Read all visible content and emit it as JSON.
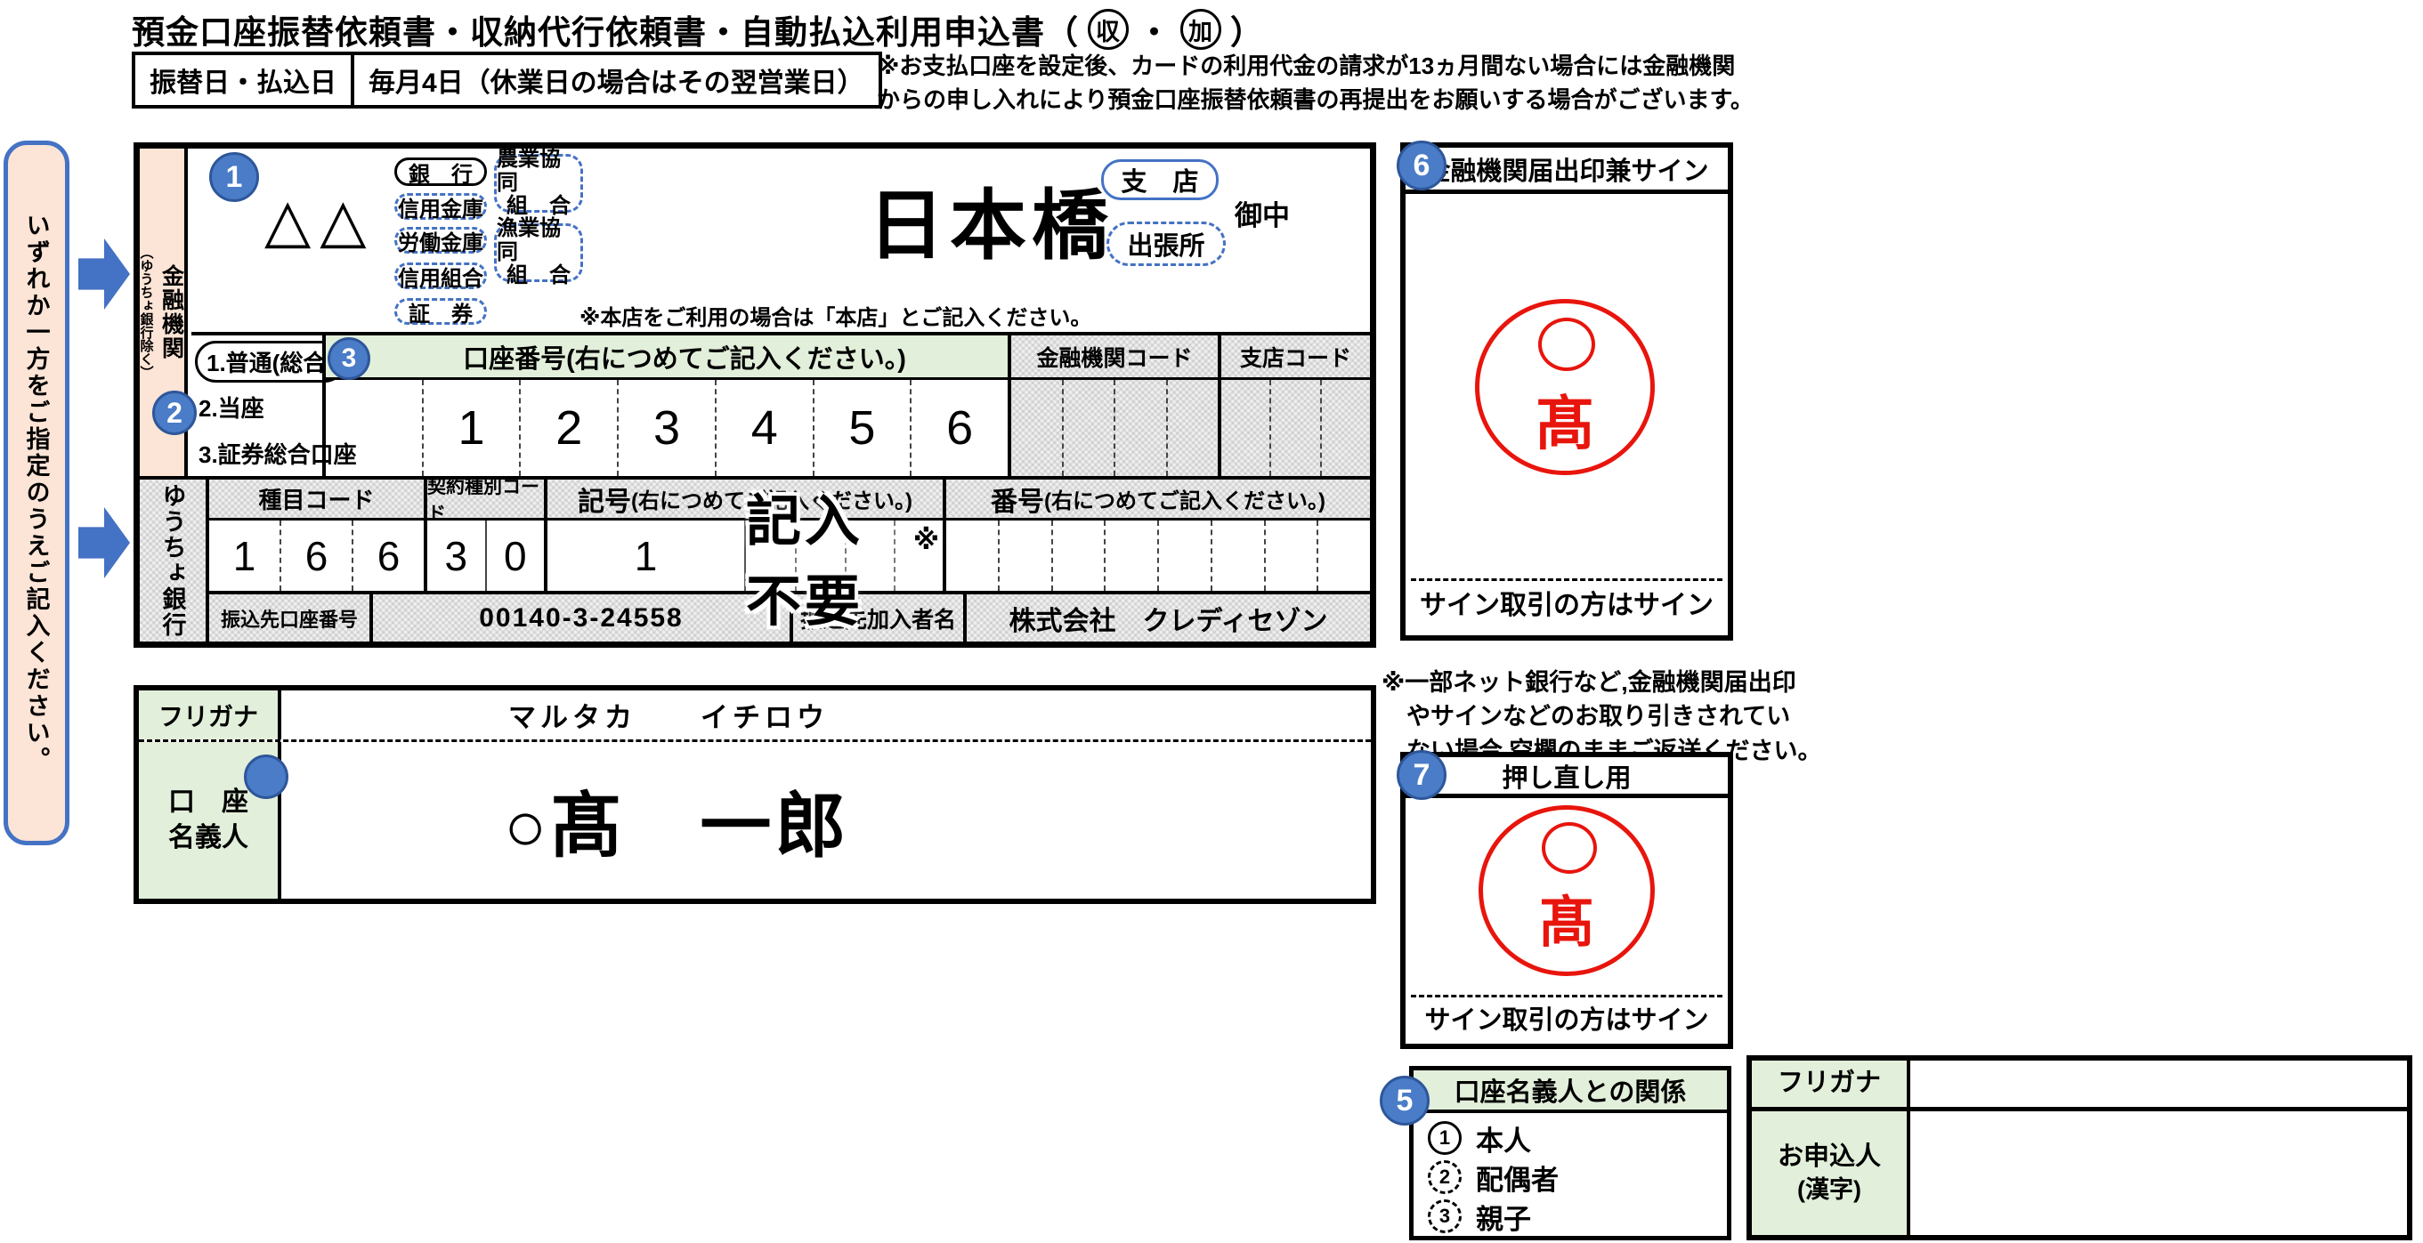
{
  "title": {
    "main": "預金口座振替依頼書・収納代行依頼書・自動払込利用申込書（",
    "circle1": "収",
    "dot": "・",
    "circle2": "加",
    "close": "）"
  },
  "date_row": {
    "label": "振替日・払込日",
    "value": "毎月4日（休業日の場合はその翌営業日）"
  },
  "top_note": {
    "line1": "※お支払口座を設定後、カードの利用代金の請求が13ヵ月間ない場合には金融機関",
    "line2": "からの申し入れにより預金口座振替依頼書の再提出をお願いする場合がございます。"
  },
  "sidebar": {
    "text": "いずれか一方をご指定のうえご記入ください。"
  },
  "badges": {
    "b1": "1",
    "b2": "2",
    "b3": "3",
    "b5": "5",
    "b6": "6",
    "b7": "7"
  },
  "bank": {
    "label_main": "金融機関",
    "label_sub": "（ゆうちょ銀行除く）",
    "name": "△△",
    "pill_bank": "銀　行",
    "pill_shinkin": "信用金庫",
    "pill_roukin": "労働金庫",
    "pill_shinkumi": "信用組合",
    "pill_shoken": "証　券",
    "pill_nokyo_1": "農業協同",
    "pill_nokyo_2": "組　合",
    "pill_gyokyo_1": "漁業協同",
    "pill_gyokyo_2": "組　合",
    "branch": "日本橋",
    "pill_shiten": "支　店",
    "pill_shuccho": "出張所",
    "onchu": "御中",
    "branch_note": "※本店をご利用の場合は「本店」とご記入ください。",
    "type_1": "1.普通(総合)",
    "type_2": "2.当座",
    "type_3": "3.証券総合口座",
    "acct_header": "口座番号(右につめてご記入ください。)",
    "digits": [
      "",
      "1",
      "2",
      "3",
      "4",
      "5",
      "6"
    ],
    "bank_code_header": "金融機関コード",
    "branch_code_header": "支店コード"
  },
  "yucho": {
    "label": "ゆうちょ銀行",
    "h_shumoku": "種目コード",
    "h_keiyaku": "契約種別コード",
    "h_kigo": "記号",
    "h_kigo_sub": "(右につめてご記入ください。)",
    "h_bango": "番号",
    "h_bango_sub": "(右につめてご記入ください。)",
    "shumoku": [
      "1",
      "6",
      "6"
    ],
    "keiyaku": [
      "3",
      "0"
    ],
    "kigo_first": "1",
    "not_required": "記入不要",
    "asterisk": "※",
    "payee_no_label": "振込先口座番号",
    "payee_no": "00140-3-24558",
    "payee_name_label": "振込先加入者名",
    "payee_name": "株式会社　クレディセゾン"
  },
  "stamp6": {
    "header": "金融機関届出印兼サイン",
    "seal": "髙",
    "footer": "サイン取引の方はサイン"
  },
  "holder": {
    "furigana_label": "フリガナ",
    "furigana": "マルタカ　　イチロウ",
    "label_1": "口　座",
    "label_2": "名義人",
    "name": "○髙　一郎"
  },
  "net_note": {
    "line1": "※一部ネット銀行など,金融機関届出印",
    "line2": "やサインなどのお取り引きされてい",
    "line3": "ない場合,空欄のままご返送ください。"
  },
  "stamp7": {
    "header": "押し直し用",
    "seal": "髙",
    "footer": "サイン取引の方はサイン"
  },
  "relation": {
    "header": "口座名義人との関係",
    "items": [
      {
        "num": "1",
        "label": "本人"
      },
      {
        "num": "2",
        "label": "配偶者"
      },
      {
        "num": "3",
        "label": "親子"
      }
    ]
  },
  "applicant": {
    "furigana_label": "フリガナ",
    "name_label_1": "お申込人",
    "name_label_2": "(漢字)"
  }
}
